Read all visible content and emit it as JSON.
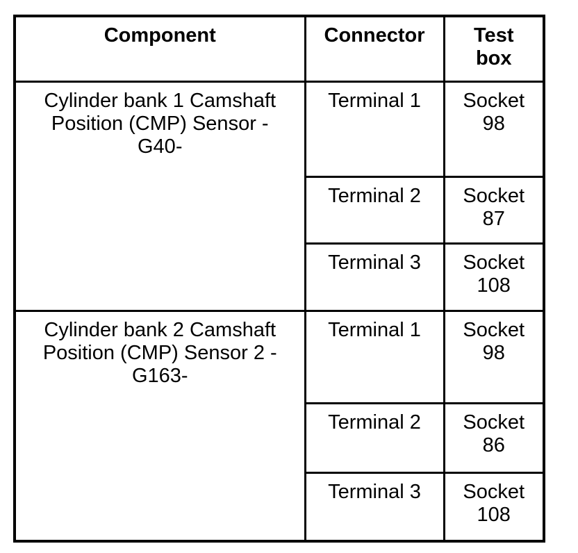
{
  "colors": {
    "background": "#ffffff",
    "border": "#000000",
    "text": "#000000"
  },
  "table": {
    "headers": {
      "component": "Component",
      "connector": "Connector",
      "test_box": "Test\nbox"
    },
    "groups": [
      {
        "component": "Cylinder bank 1 Camshaft\nPosition (CMP) Sensor -\nG40-",
        "rows": [
          {
            "connector": "Terminal 1",
            "test_box": "Socket\n98"
          },
          {
            "connector": "Terminal 2",
            "test_box": "Socket\n87"
          },
          {
            "connector": "Terminal 3",
            "test_box": "Socket\n108"
          }
        ]
      },
      {
        "component": "Cylinder bank 2 Camshaft\nPosition (CMP) Sensor 2 -\nG163-",
        "rows": [
          {
            "connector": "Terminal 1",
            "test_box": "Socket\n98"
          },
          {
            "connector": "Terminal 2",
            "test_box": "Socket\n86"
          },
          {
            "connector": "Terminal 3",
            "test_box": "Socket\n108"
          }
        ]
      }
    ]
  }
}
